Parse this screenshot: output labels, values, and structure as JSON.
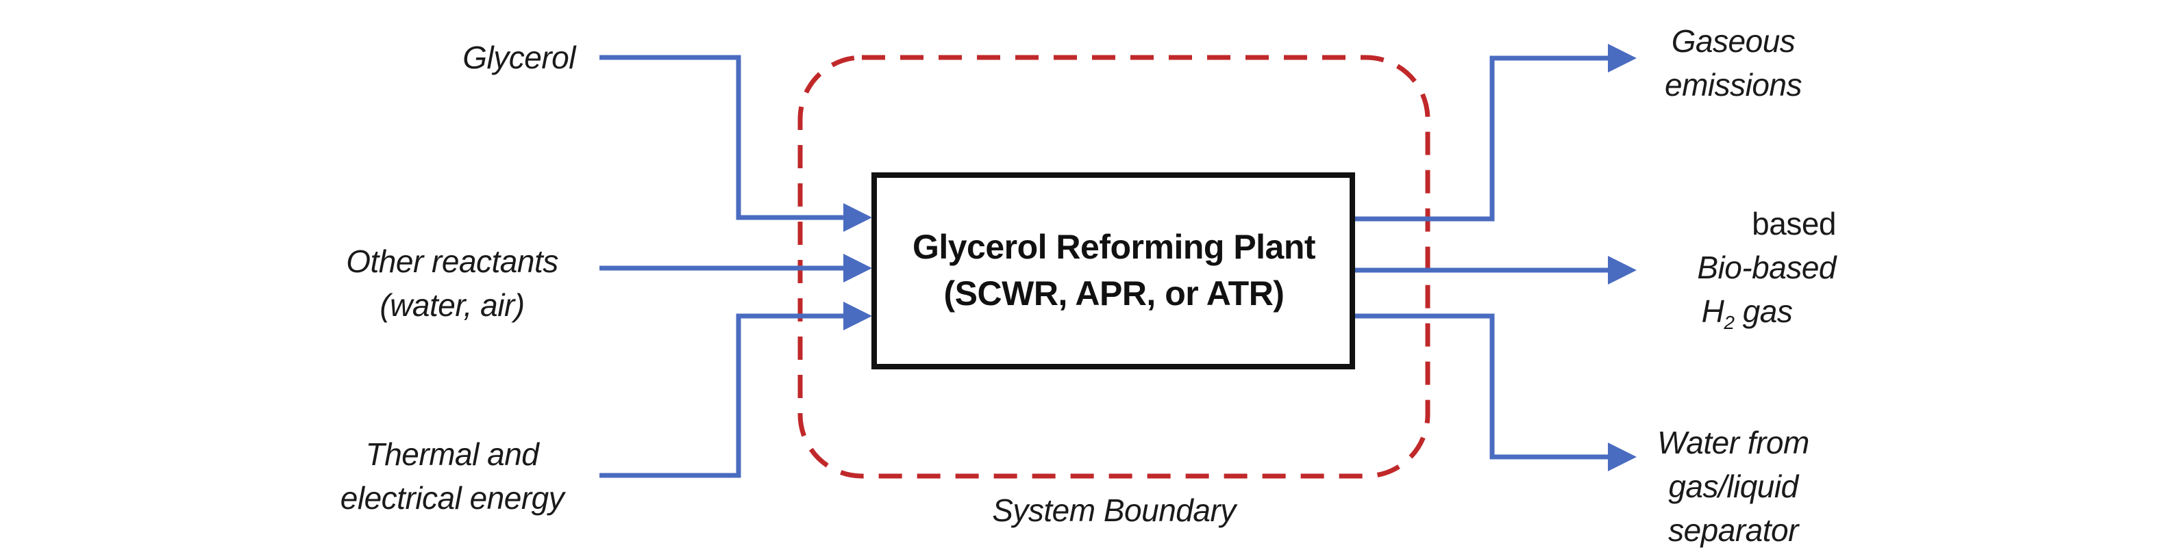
{
  "colors": {
    "flow": "#4a6cc0",
    "boundary": "#c0282a",
    "box": "#111111"
  },
  "process": {
    "line1": "Glycerol Reforming Plant",
    "line2": "(SCWR, APR, or ATR)"
  },
  "inputs": [
    {
      "lines": [
        "Glycerol"
      ]
    },
    {
      "lines": [
        "Other reactants",
        "(water, air)"
      ]
    },
    {
      "lines": [
        "Thermal and",
        "electrical energy"
      ]
    }
  ],
  "outputs": [
    {
      "lines": [
        "Gaseous",
        "emissions"
      ]
    },
    {
      "extra": "based",
      "lines": [
        "Bio-based"
      ],
      "h2_prefix": "H",
      "h2_sub": "2",
      "h2_suffix": " gas"
    },
    {
      "lines": [
        "Water from",
        "gas/liquid",
        "separator"
      ]
    }
  ],
  "boundary_label": "System Boundary"
}
